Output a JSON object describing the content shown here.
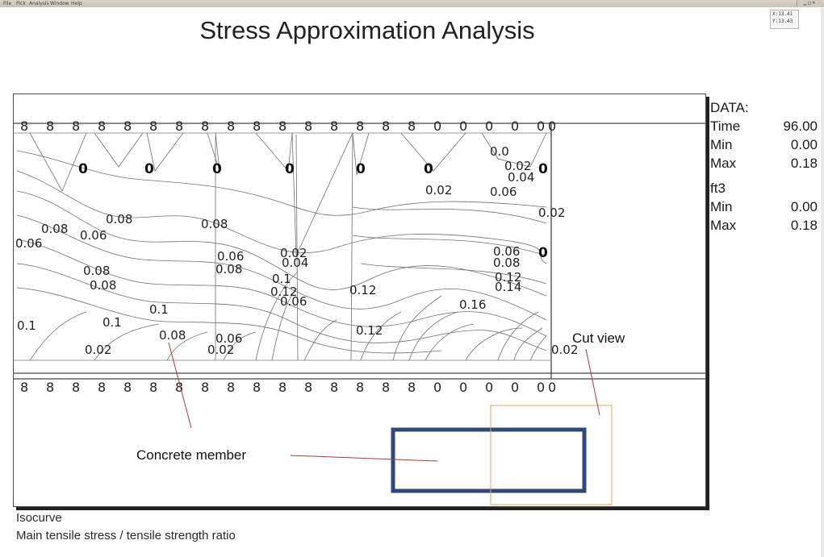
{
  "menu": {
    "items": [
      "File",
      "Pick",
      "Analysis",
      "Window",
      "Help"
    ]
  },
  "coords": {
    "x": "X:13.41",
    "y": "Y:13.43"
  },
  "title": "Stress Approximation Analysis",
  "legend": {
    "header": "DATA:",
    "time_label": "Time",
    "time_value": "96.00",
    "min_label": "Min",
    "min_value": "0.00",
    "max_label": "Max",
    "max_value": "0.18",
    "group": "ft3",
    "group_min_label": "Min",
    "group_min_value": "0.00",
    "group_max_label": "Max",
    "group_max_value": "0.18"
  },
  "annotations": {
    "concrete": "Concrete member",
    "cut": "Cut view"
  },
  "caption": {
    "line1": "Isocurve",
    "line2": "Main tensile stress / tensile strength ratio"
  },
  "contour_labels": [
    {
      "t": "0.06"
    },
    {
      "t": "0.08"
    },
    {
      "t": "0.06"
    },
    {
      "t": "0.08"
    },
    {
      "t": "0.08"
    },
    {
      "t": "0.08"
    },
    {
      "t": "0.08"
    },
    {
      "t": "0.1"
    },
    {
      "t": "0.06"
    },
    {
      "t": "0.08"
    },
    {
      "t": "0.02"
    },
    {
      "t": "0.04"
    },
    {
      "t": "0.1"
    },
    {
      "t": "0.12"
    },
    {
      "t": "0.06"
    },
    {
      "t": "0.12"
    },
    {
      "t": "0.12"
    },
    {
      "t": "0.02"
    },
    {
      "t": "0.06"
    },
    {
      "t": "0.0"
    },
    {
      "t": "0.02"
    },
    {
      "t": "0.04"
    },
    {
      "t": "0.06"
    },
    {
      "t": "0.08"
    },
    {
      "t": "0.12"
    },
    {
      "t": "0.14"
    },
    {
      "t": "0.16"
    },
    {
      "t": "0.02"
    },
    {
      "t": "0.1"
    },
    {
      "t": "0.02"
    },
    {
      "t": "0.08"
    },
    {
      "t": "0.02"
    },
    {
      "t": "0.06"
    },
    {
      "t": "0.02"
    },
    {
      "t": "0.1"
    }
  ],
  "colors": {
    "member_rect": "#2f4a7a",
    "cut_rect": "#e0a45a",
    "leader": "#b5372e"
  }
}
